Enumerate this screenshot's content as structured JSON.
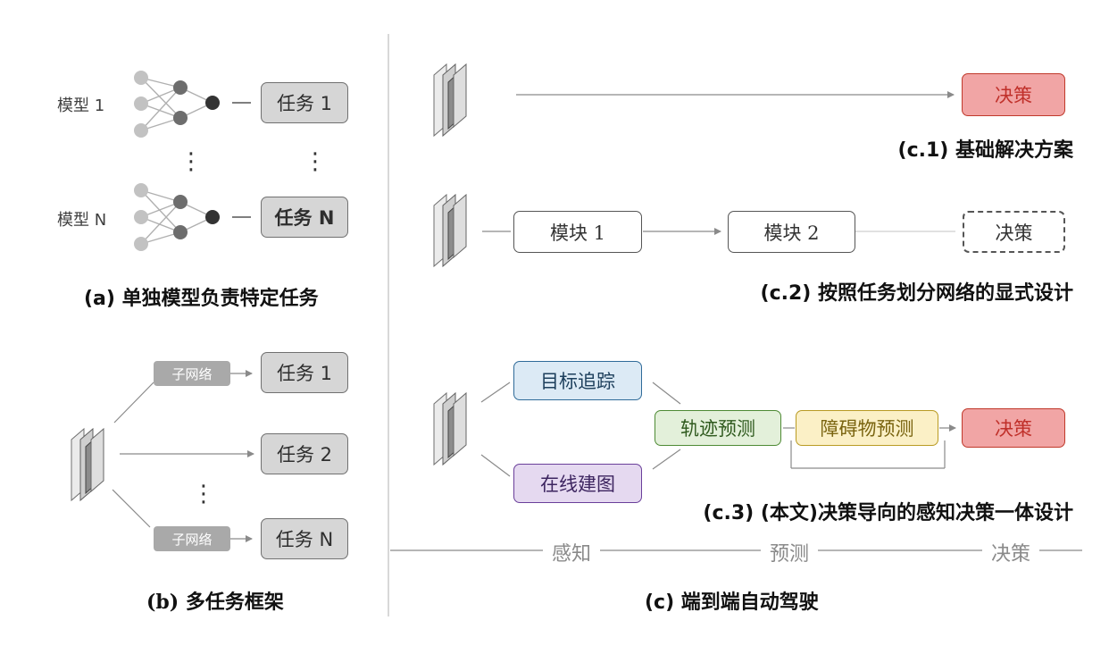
{
  "panel_a": {
    "model_1_label": "模型 1",
    "model_n_label": "模型 N",
    "task_1": "任务 1",
    "task_n": "任务 N",
    "ellipsis": "⋮",
    "caption": "(a) 单独模型负责特定任务"
  },
  "panel_b": {
    "subnet_label": "子网络",
    "task_1": "任务 1",
    "task_2": "任务 2",
    "task_n": "任务 N",
    "ellipsis": "⋮",
    "caption_prefix": "(b)",
    "caption_text": "多任务框架"
  },
  "panel_c": {
    "c1": {
      "decision": "决策",
      "caption": "(c.1) 基础解决方案"
    },
    "c2": {
      "module_1": "模块 1",
      "module_2": "模块 2",
      "decision": "决策",
      "caption": "(c.2) 按照任务划分网络的显式设计"
    },
    "c3": {
      "target_tracking": "目标追踪",
      "online_mapping": "在线建图",
      "trajectory_prediction": "轨迹预测",
      "obstacle_prediction": "障碍物预测",
      "decision": "决策",
      "caption": "(c.3) (本文)决策导向的感知决策一体设计"
    },
    "stages": {
      "perception": "感知",
      "prediction": "预测",
      "decision": "决策"
    },
    "caption": "(c) 端到端自动驾驶"
  },
  "colors": {
    "task_fill": "#d6d6d6",
    "decision_red": "#f1a5a5",
    "tracking_blue": "#dceaf5",
    "mapping_purple": "#e5d9f0",
    "trajectory_green": "#e3f0da",
    "obstacle_yellow": "#fbf0c6"
  }
}
